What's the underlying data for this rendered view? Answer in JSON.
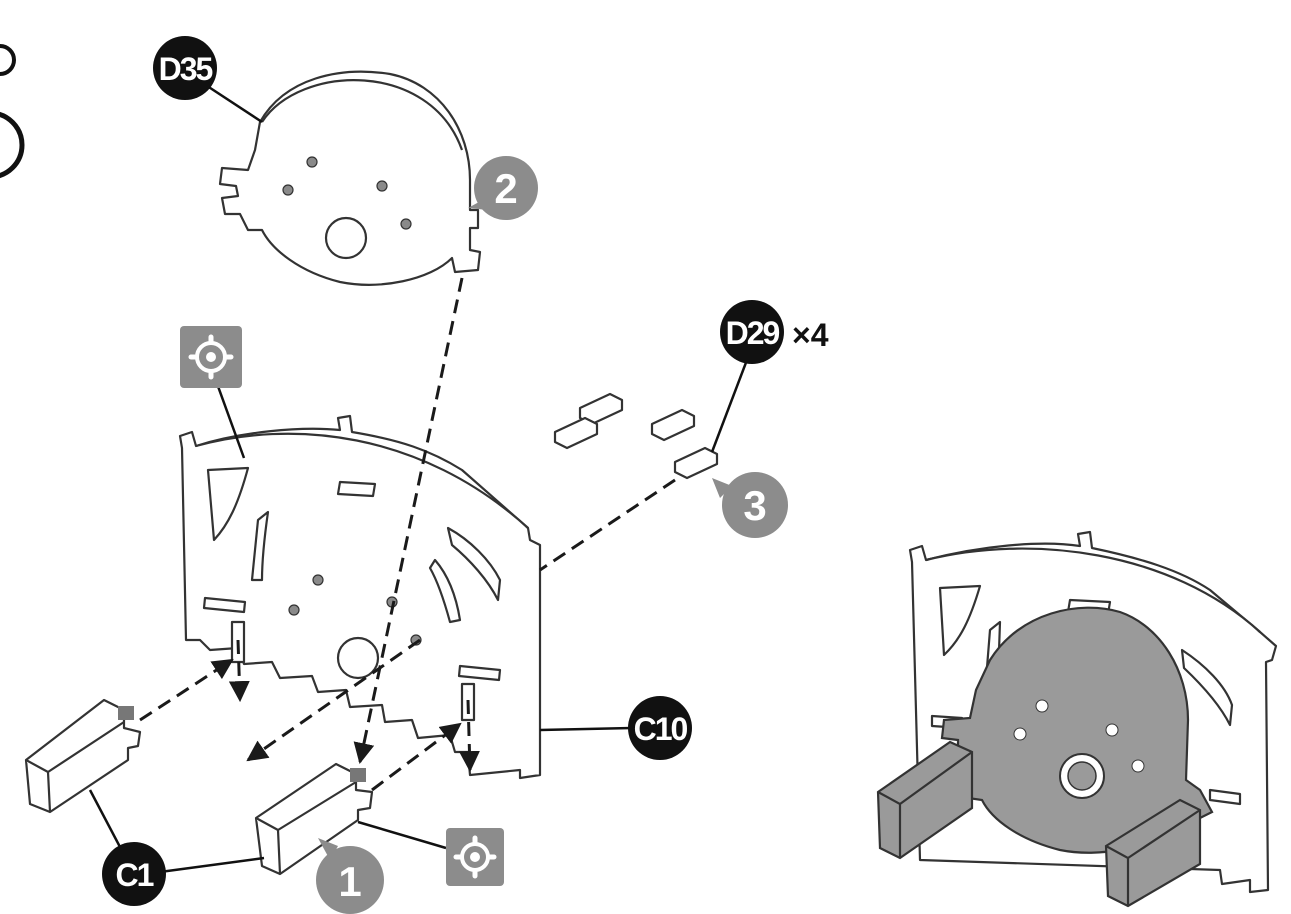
{
  "parts": {
    "d35": "D35",
    "d29": "D29",
    "d29_qty": "×4",
    "c10": "C10",
    "c1": "C1"
  },
  "steps": [
    "1",
    "2",
    "3"
  ],
  "icons": {
    "settings": "gear-icon"
  },
  "colors": {
    "label_black": "#111111",
    "step_gray": "#8c8c8c",
    "assembled_part": "#9a9a9a"
  }
}
